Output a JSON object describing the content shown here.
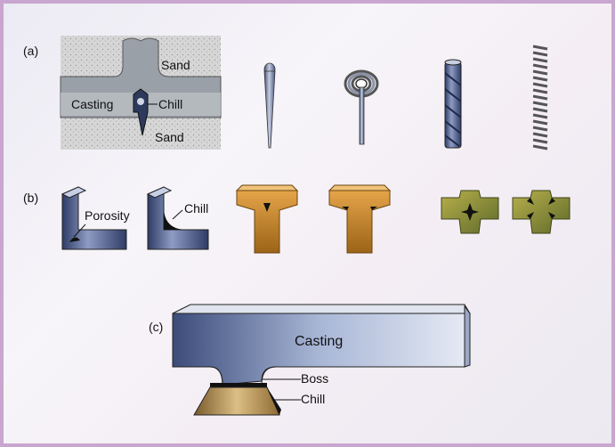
{
  "panel_labels": {
    "a": "(a)",
    "b": "(b)",
    "c": "(c)"
  },
  "panel_a": {
    "sand_top": "Sand",
    "casting": "Casting",
    "chill": "Chill",
    "sand_bottom": "Sand"
  },
  "panel_b": {
    "porosity": "Porosity",
    "chill": "Chill"
  },
  "panel_c": {
    "casting": "Casting",
    "boss": "Boss",
    "chill": "Chill"
  },
  "colors": {
    "frame_border": "#c9a6cf",
    "chill_metal": "#5a6e98",
    "tee_orange": "#c98a2e",
    "cross_olive": "#8a8e3a",
    "wedge_tan": "#c8a468"
  }
}
